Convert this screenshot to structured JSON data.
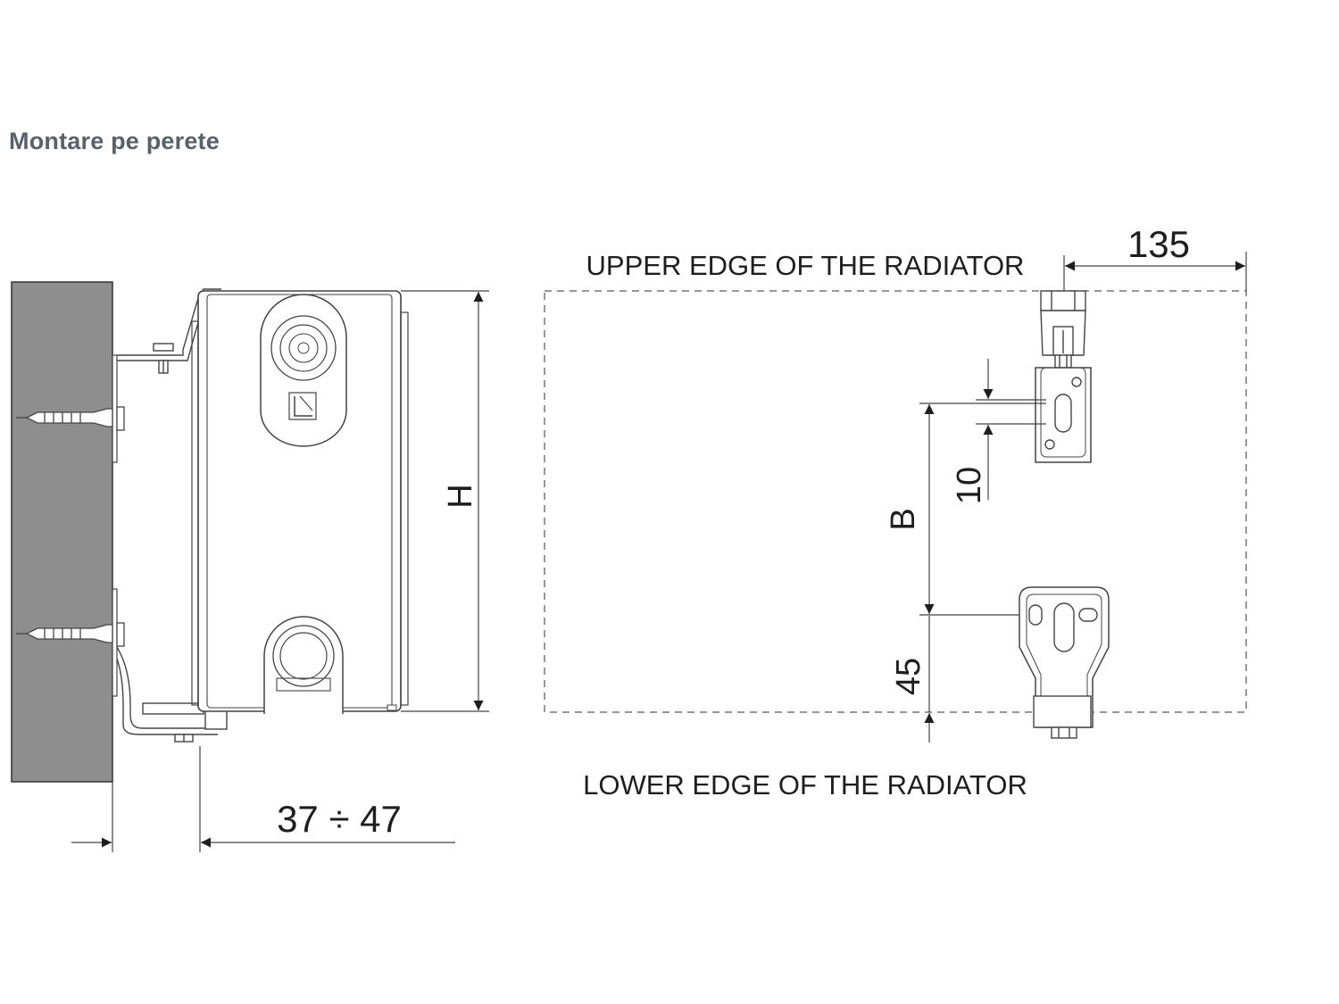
{
  "title": "Montare pe perete",
  "labels": {
    "upper_edge": "UPPER EDGE OF THE RADIATOR",
    "lower_edge": "LOWER EDGE OF THE RADIATOR"
  },
  "dimensions": {
    "height": "H",
    "wall_distance": "37 ÷ 47",
    "bracket_offset": "135",
    "slot": "10",
    "bracket_spacing": "B",
    "bottom_offset": "45"
  }
}
